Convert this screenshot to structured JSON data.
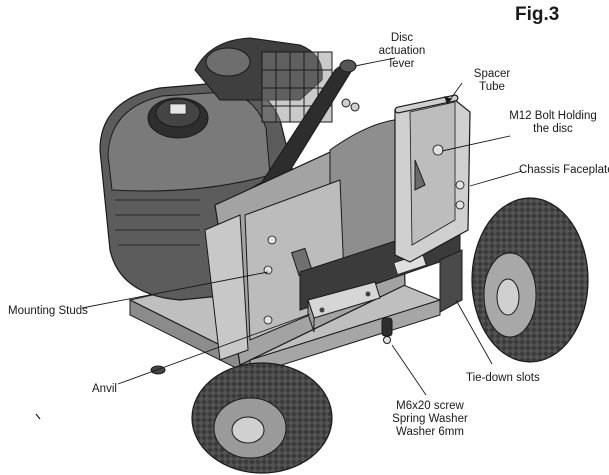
{
  "figure": {
    "title": "Fig.3"
  },
  "labels": {
    "disc_actuation_lever": [
      "Disc",
      "actuation",
      "lever"
    ],
    "spacer_tube": [
      "Spacer",
      "Tube"
    ],
    "m12_bolt": [
      "M12 Bolt Holding",
      "the disc"
    ],
    "chassis_faceplate": "Chassis Faceplate",
    "mounting_studs": "Mounting Studs",
    "anvil": "Anvil",
    "tie_down_slots": "Tie-down slots",
    "m6_hardware": [
      "M6x20 screw",
      "Spring Washer",
      "Washer 6mm"
    ]
  },
  "colors": {
    "outline": "#1a1a1a",
    "body_light": "#c9c9c9",
    "body_mid": "#9a9a9a",
    "body_dark": "#555555",
    "tire": "#3a3a3a",
    "plate_light": "#d4d4d4"
  }
}
